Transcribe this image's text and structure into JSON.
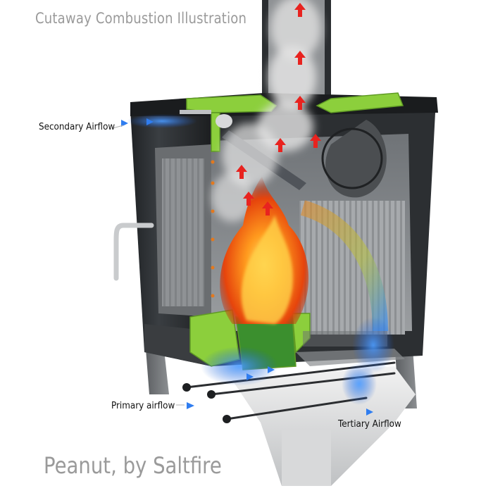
{
  "title": "Cutaway Combustion Illustration",
  "credit": "Peanut, by Saltfire",
  "labels": {
    "secondary": "Secondary Airflow",
    "primary": "Primary airflow",
    "tertiary": "Tertiary Airflow"
  },
  "colors": {
    "background": "#ffffff",
    "label_gray": "#9a9a9a",
    "stove_body": "#2b2e31",
    "insulation_green": "#8ccf3c",
    "air_blue": "#2f7df0",
    "hot_arrow_red": "#e8231f",
    "flame_orange": "#f46a10",
    "smoke": "#e6e6e6"
  }
}
